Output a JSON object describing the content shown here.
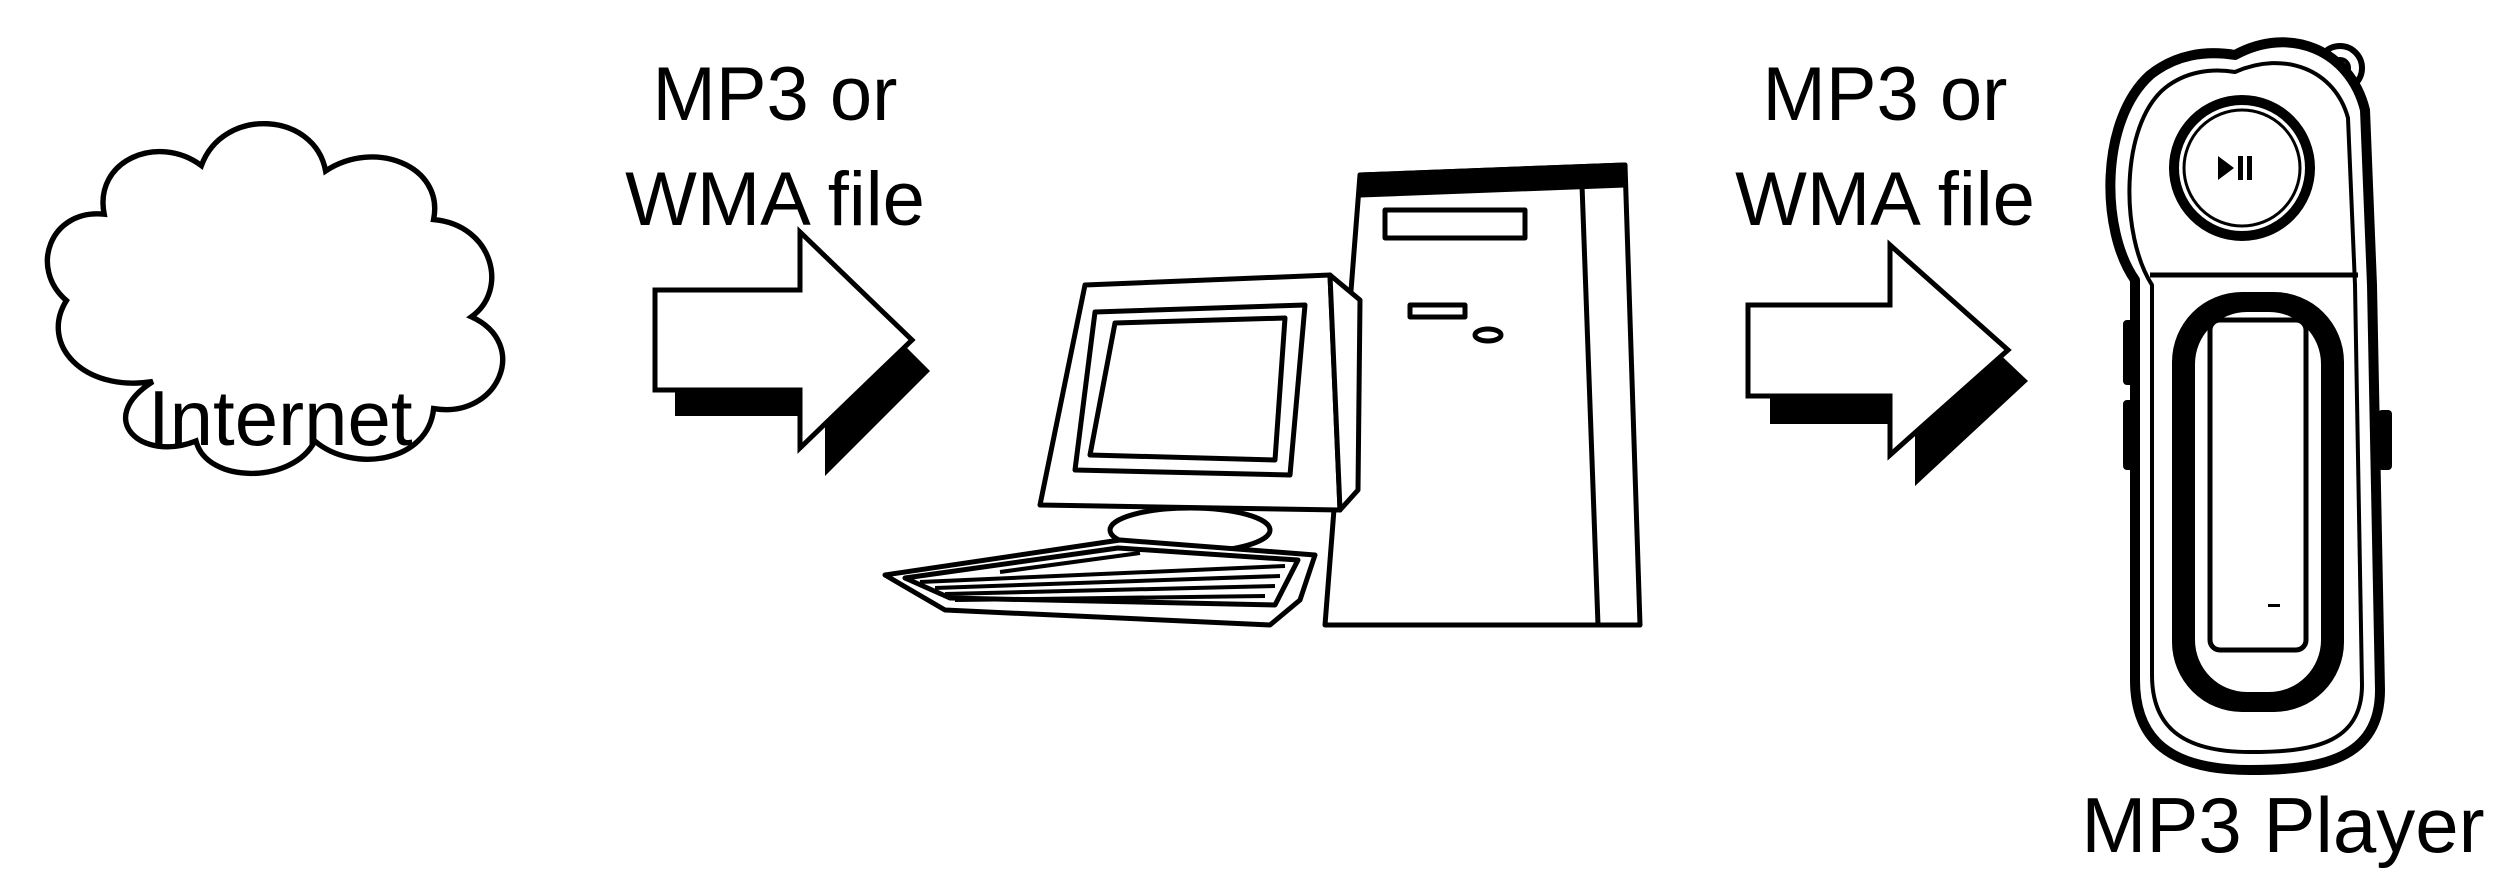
{
  "diagram": {
    "source": {
      "label": "Internet",
      "icon": "cloud-icon"
    },
    "transfer_1": {
      "line1": "MP3 or",
      "line2": "WMA file"
    },
    "computer": {
      "icon": "desktop-computer-icon"
    },
    "transfer_2": {
      "line1": "MP3 or",
      "line2": "WMA file"
    },
    "player": {
      "label": "MP3 Player",
      "icon": "mp3-player-icon"
    },
    "colors": {
      "ink": "#000000",
      "paper": "#ffffff"
    }
  }
}
